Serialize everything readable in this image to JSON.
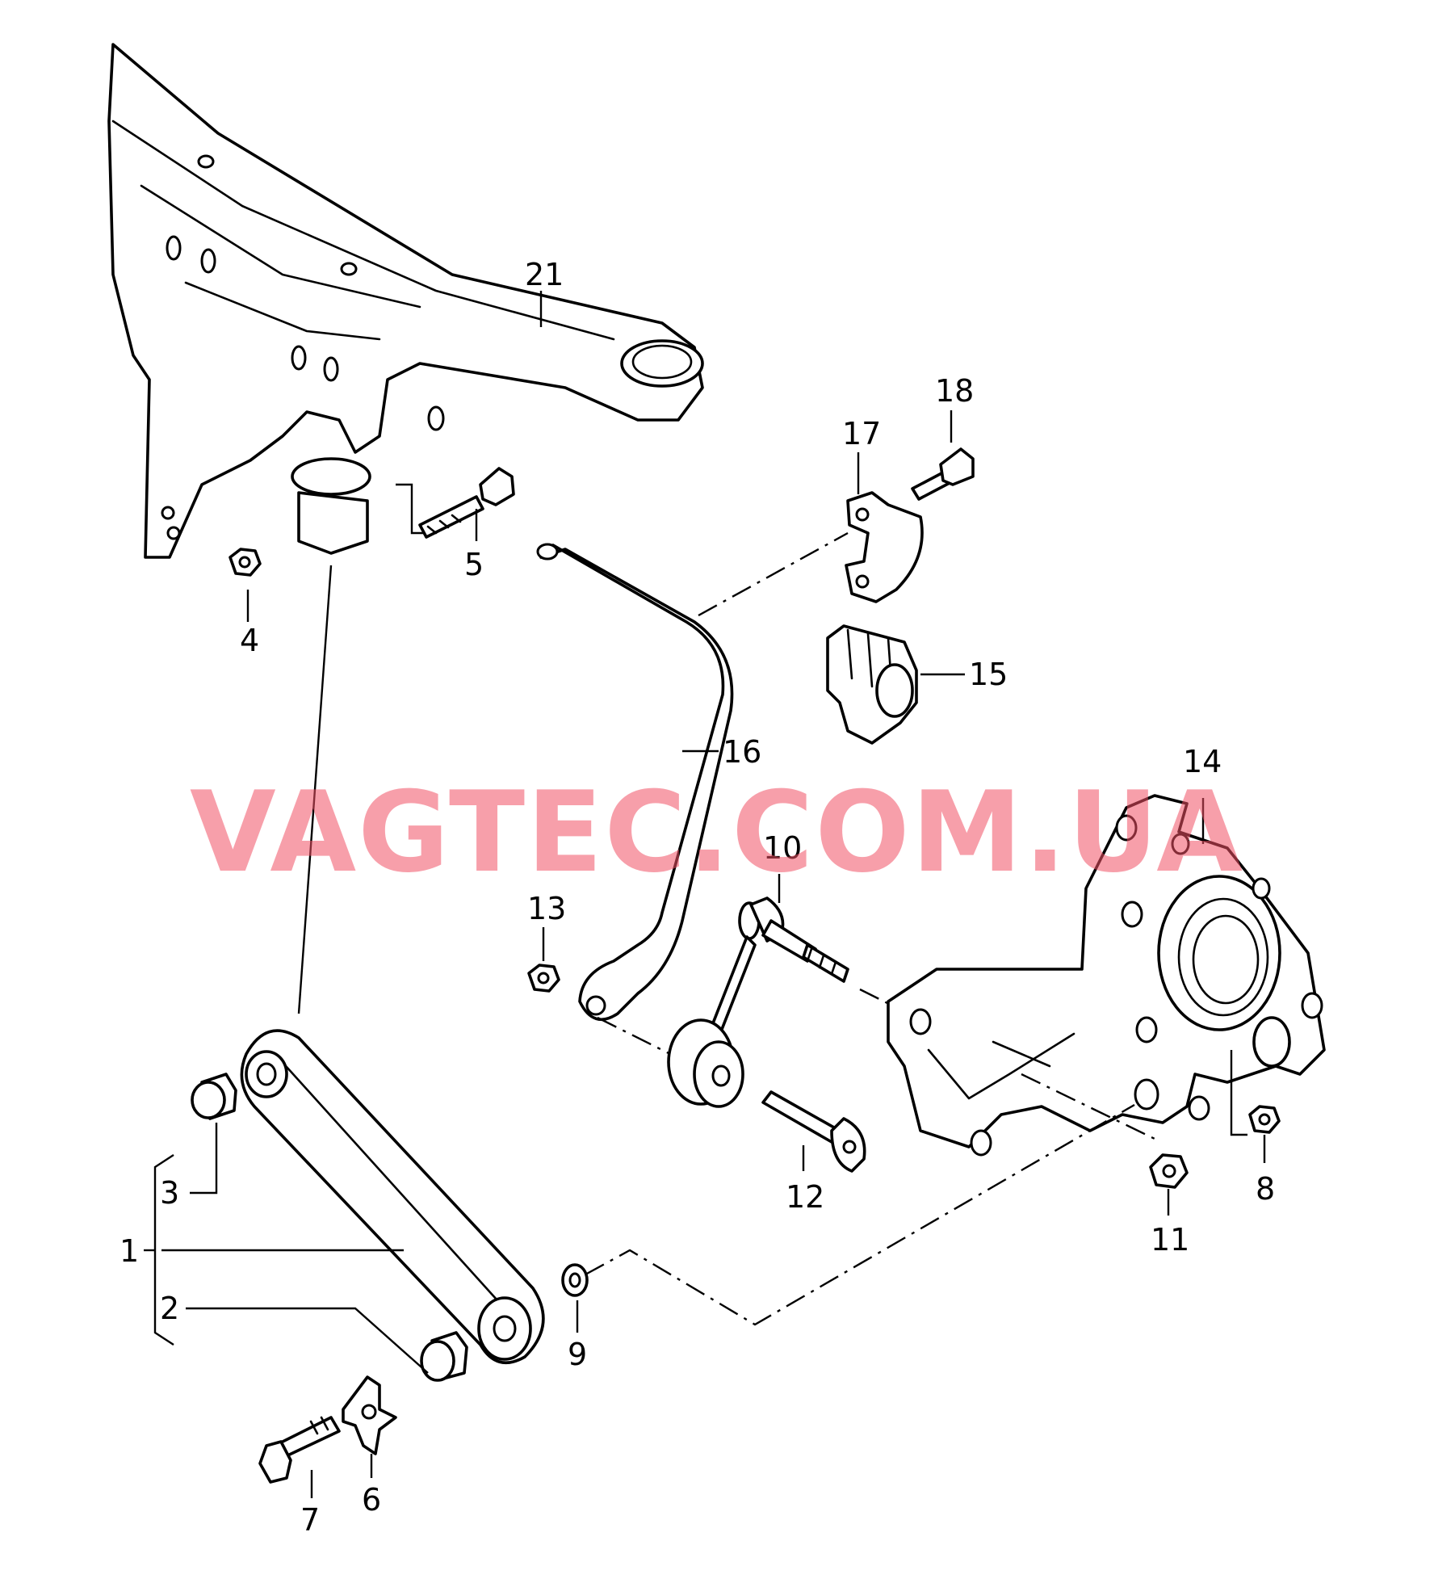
{
  "watermark": "VAGTEC.COM.UA",
  "callouts": {
    "c1": "1",
    "c2": "2",
    "c3": "3",
    "c4": "4",
    "c5": "5",
    "c6": "6",
    "c7": "7",
    "c8": "8",
    "c9": "9",
    "c10": "10",
    "c11": "11",
    "c12": "12",
    "c13": "13",
    "c14": "14",
    "c15": "15",
    "c16": "16",
    "c17": "17",
    "c18": "18",
    "c21": "21"
  },
  "colors": {
    "line": "#000000",
    "watermark": "#f05064",
    "background": "#ffffff"
  }
}
